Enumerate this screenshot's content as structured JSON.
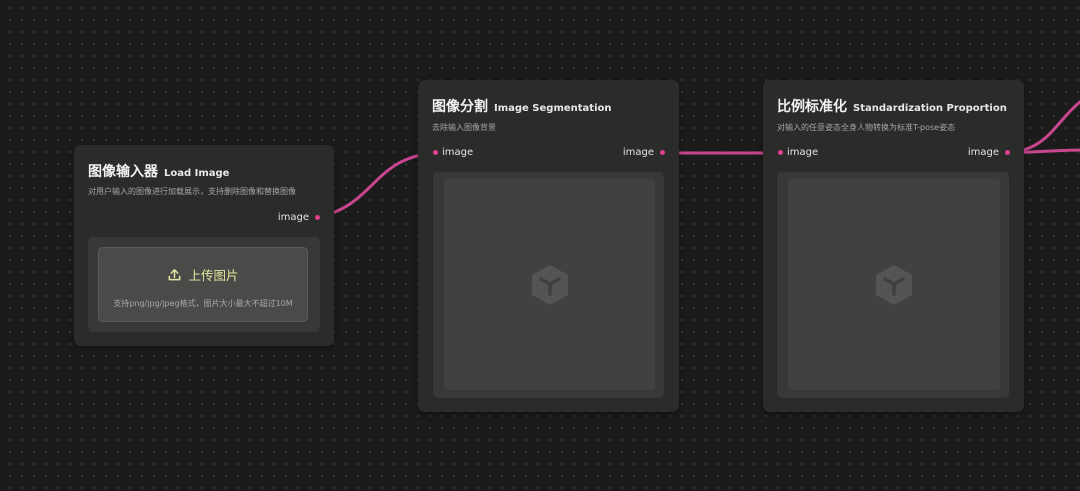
{
  "nodes": {
    "load_image": {
      "title_zh": "图像输入器",
      "title_en": "Load Image",
      "description": "对用户输入的图像进行加载展示，支持删除图像和替换图像",
      "output_port": "image",
      "upload_label": "上传图片",
      "upload_hint": "支持png/jpg/jpeg格式，图片大小最大不超过10M",
      "upload_icon": "upload-icon"
    },
    "image_segmentation": {
      "title_zh": "图像分割",
      "title_en": "Image Segmentation",
      "description": "去除输入图像背景",
      "input_port": "image",
      "output_port": "image",
      "placeholder_icon": "cube-icon"
    },
    "standardization_proportion": {
      "title_zh": "比例标准化",
      "title_en": "Standardization Proportion",
      "description": "对输入的任意姿态全身人物转换为标准T-pose姿态",
      "input_port": "image",
      "output_port": "image",
      "placeholder_icon": "cube-icon"
    }
  },
  "colors": {
    "canvas_background": "#1b1b1b",
    "node_background": "#2b2c2a",
    "edge_color": "#c8468f",
    "port_dot": "#e0408f",
    "upload_text": "#e3e6a0"
  }
}
